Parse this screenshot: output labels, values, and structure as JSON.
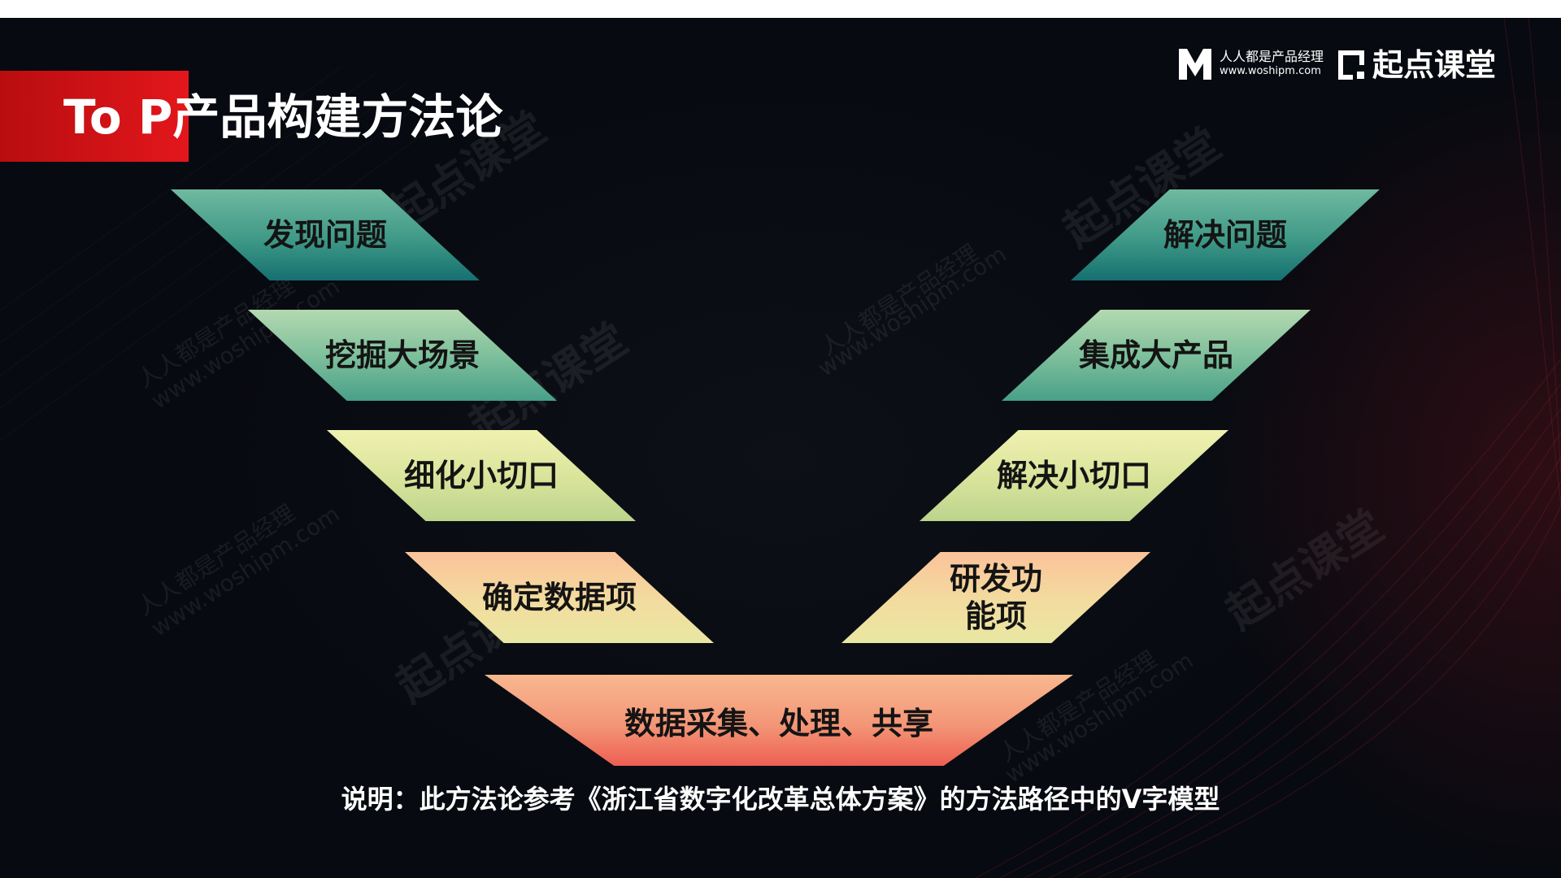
{
  "title": "To P产品构建方法论",
  "brand": {
    "site_name": "人人都是产品经理",
    "site_url": "www.woshipm.com",
    "academy": "起点课堂",
    "icons": [
      "m-logo-icon",
      "q-logo-icon"
    ]
  },
  "watermarks": {
    "academy": "起点课堂",
    "site_name": "人人都是产品经理",
    "site_url": "www.woshipm.com"
  },
  "colors": {
    "title_bar": "#e3171c",
    "background": "#070a10",
    "level1": "#3f9987",
    "level2": "#7fc09c",
    "level3": "#d8e39a",
    "level4": "#f2dc9f",
    "bottom": "#f39677"
  },
  "left_steps": [
    {
      "label": "发现问题"
    },
    {
      "label": "挖掘大场景"
    },
    {
      "label": "细化小切口"
    },
    {
      "label": "确定数据项"
    }
  ],
  "right_steps": [
    {
      "label": "解决问题"
    },
    {
      "label": "集成大产品"
    },
    {
      "label": "解决小切口"
    },
    {
      "label": "研发功能项"
    }
  ],
  "bottom_step": "数据采集、处理、共享",
  "note": "说明：此方法论参考《浙江省数字化改革总体方案》的方法路径中的V字模型"
}
